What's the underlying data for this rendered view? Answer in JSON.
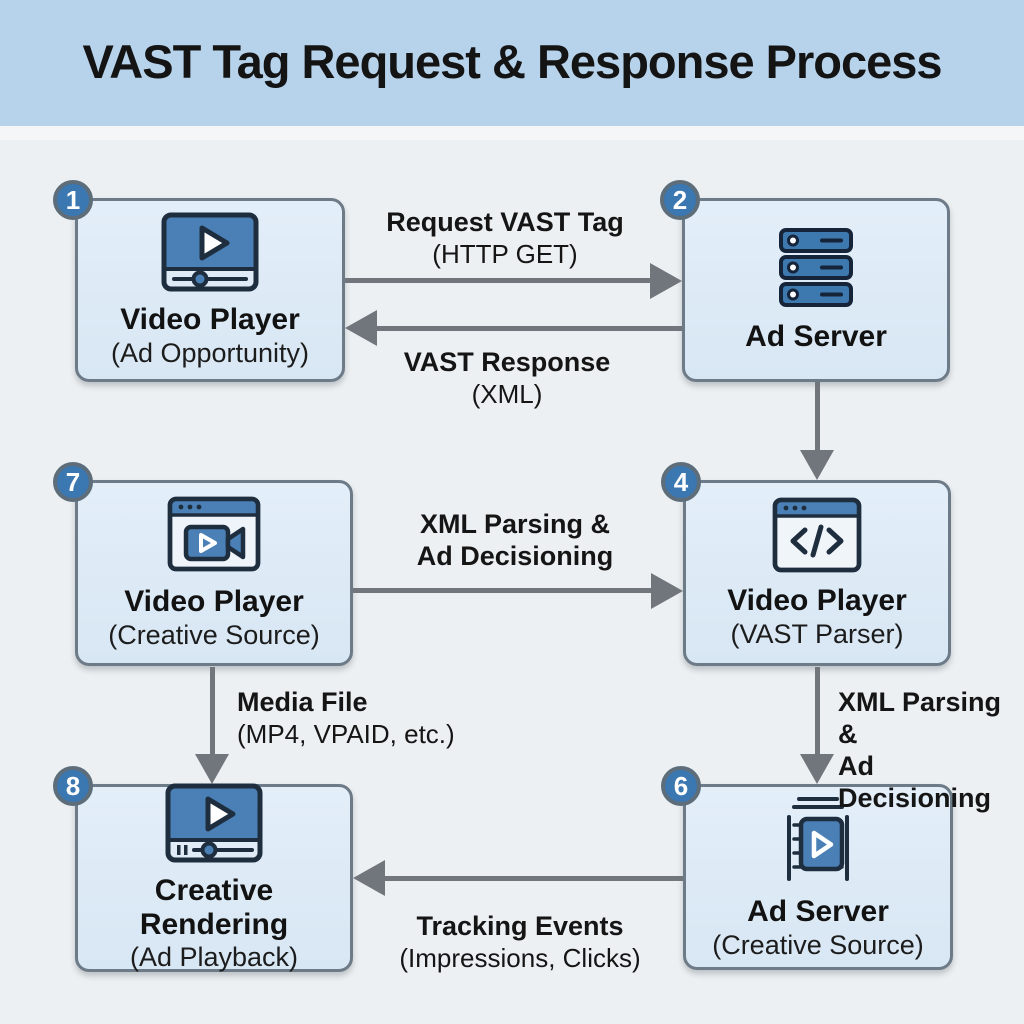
{
  "header": {
    "title": "VAST Tag Request & Response Process"
  },
  "nodes": [
    {
      "number": "1",
      "title": "Video Player",
      "subtitle": "(Ad Opportunity)",
      "icon": "video-player-icon"
    },
    {
      "number": "2",
      "title": "Ad Server",
      "subtitle": "",
      "icon": "server-stack-icon"
    },
    {
      "number": "7",
      "title": "Video Player",
      "subtitle": "(Creative Source)",
      "icon": "browser-video-camera-icon"
    },
    {
      "number": "4",
      "title": "Video Player",
      "subtitle": "(VAST Parser)",
      "icon": "browser-code-icon"
    },
    {
      "number": "8",
      "title": "Creative Rendering",
      "subtitle": "(Ad Playback)",
      "icon": "video-playback-icon"
    },
    {
      "number": "6",
      "title": "Ad Server",
      "subtitle": "(Creative Source)",
      "icon": "filmstrip-play-icon"
    }
  ],
  "edges": [
    {
      "from": "1",
      "to": "2",
      "direction": "right",
      "label_line1": "Request VAST Tag",
      "label_line2": "(HTTP GET)"
    },
    {
      "from": "2",
      "to": "1",
      "direction": "left",
      "label_line1": "VAST Response",
      "label_line2": "(XML)"
    },
    {
      "from": "2",
      "to": "4",
      "direction": "down",
      "label_line1": "",
      "label_line2": ""
    },
    {
      "from": "7",
      "to": "4",
      "direction": "right",
      "label_line1": "XML Parsing &",
      "label_line2": "Ad Decisioning"
    },
    {
      "from": "7",
      "to": "8",
      "direction": "down",
      "label_line1": "Media File",
      "label_line2": "(MP4, VPAID, etc.)"
    },
    {
      "from": "4",
      "to": "6",
      "direction": "down",
      "label_line1": "XML Parsing &",
      "label_line2": "Ad Decisioning"
    },
    {
      "from": "6",
      "to": "8",
      "direction": "left",
      "label_line1": "Tracking Events",
      "label_line2": "(Impressions, Clicks)"
    }
  ],
  "colors": {
    "header_bg": "#b7d3ec",
    "page_bg": "#ecf0f2",
    "node_fill": "#dcebf7",
    "node_border": "#6d7a87",
    "badge_fill": "#3b77b0",
    "badge_ring": "#5d6d7a",
    "arrow": "#70767c",
    "icon_blue": "#4a80b5",
    "icon_dark": "#1f2e3e",
    "title_color": "#141414"
  }
}
